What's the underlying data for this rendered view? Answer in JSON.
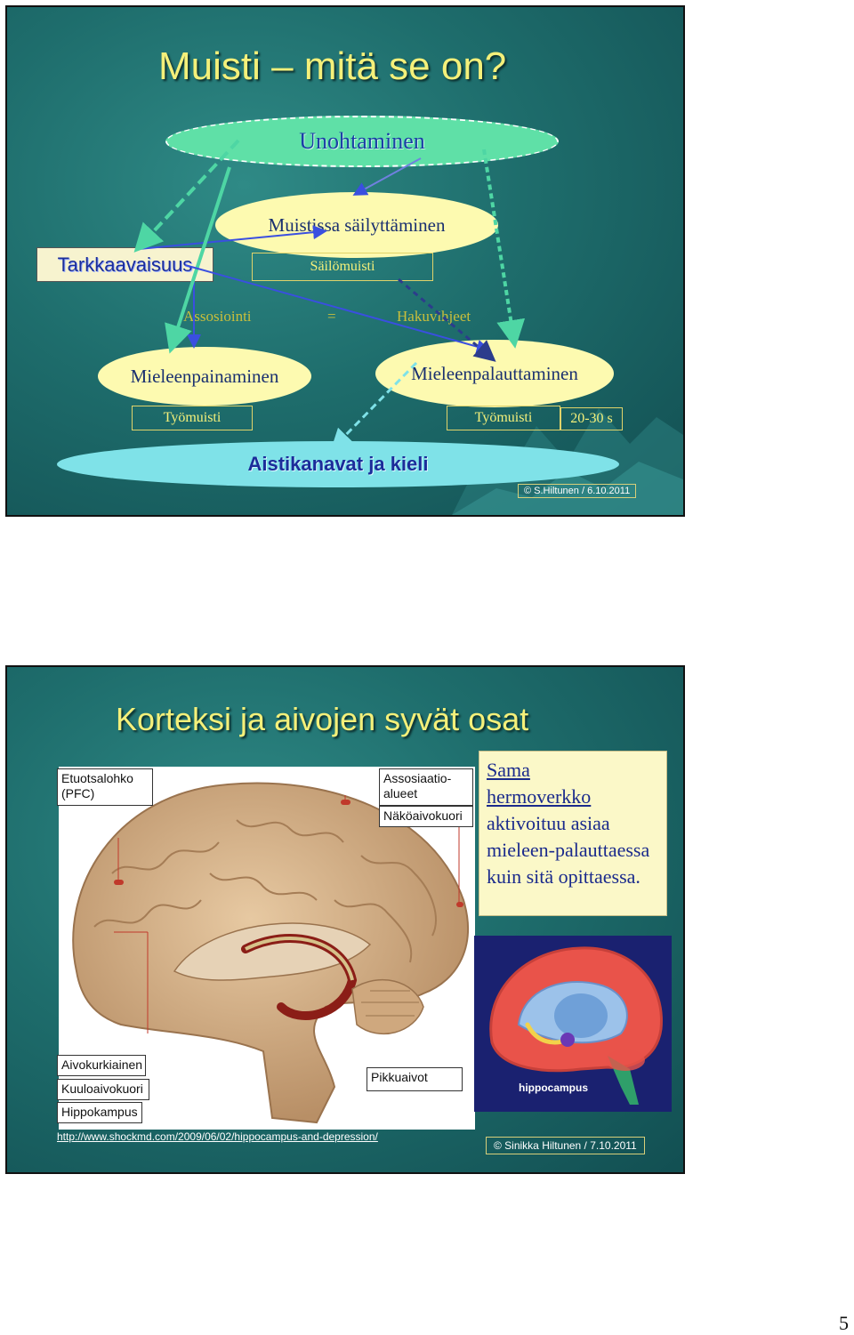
{
  "slide1": {
    "title": "Muisti – mitä se on?",
    "forgetting": "Unohtaminen",
    "retention": "Muistissa säilyttäminen",
    "long_term": "Säilömuisti",
    "attention": "Tarkkaavaisuus",
    "association": "Assosiointi",
    "equals": "=",
    "retrieval_cues": "Hakuvihjeet",
    "encoding": "Mieleenpainaminen",
    "recall": "Mieleenpalauttaminen",
    "working_memory_left": "Työmuisti",
    "working_memory_right": "Työmuisti",
    "duration": "20-30 s",
    "senses": "Aistikanavat ja kieli",
    "copyright": "© S.Hiltunen / 6.10.2011"
  },
  "slide2": {
    "title": "Korteksi ja aivojen syvät osat",
    "labels": {
      "frontal": "Etuotsalohko (PFC)",
      "assoc": "Assosiaatio-alueet",
      "visual": "Näköaivokuori",
      "cingulate": "Aivokurkiainen",
      "auditory": "Kuuloaivokuori",
      "hippocampus": "Hippokampus",
      "cerebellum": "Pikkuaivot"
    },
    "note_underlined_1": "Sama",
    "note_underlined_2": "hermoverkko",
    "note_rest": "aktivoituu asiaa mieleen-palauttaessa kuin sitä opittaessa.",
    "hippo_label": "hippocampus",
    "url": "http://www.shockmd.com/2009/06/02/hippocampus-and-depression/",
    "copyright": "© Sinikka Hiltunen / 7.10.2011"
  },
  "page_number": "5"
}
